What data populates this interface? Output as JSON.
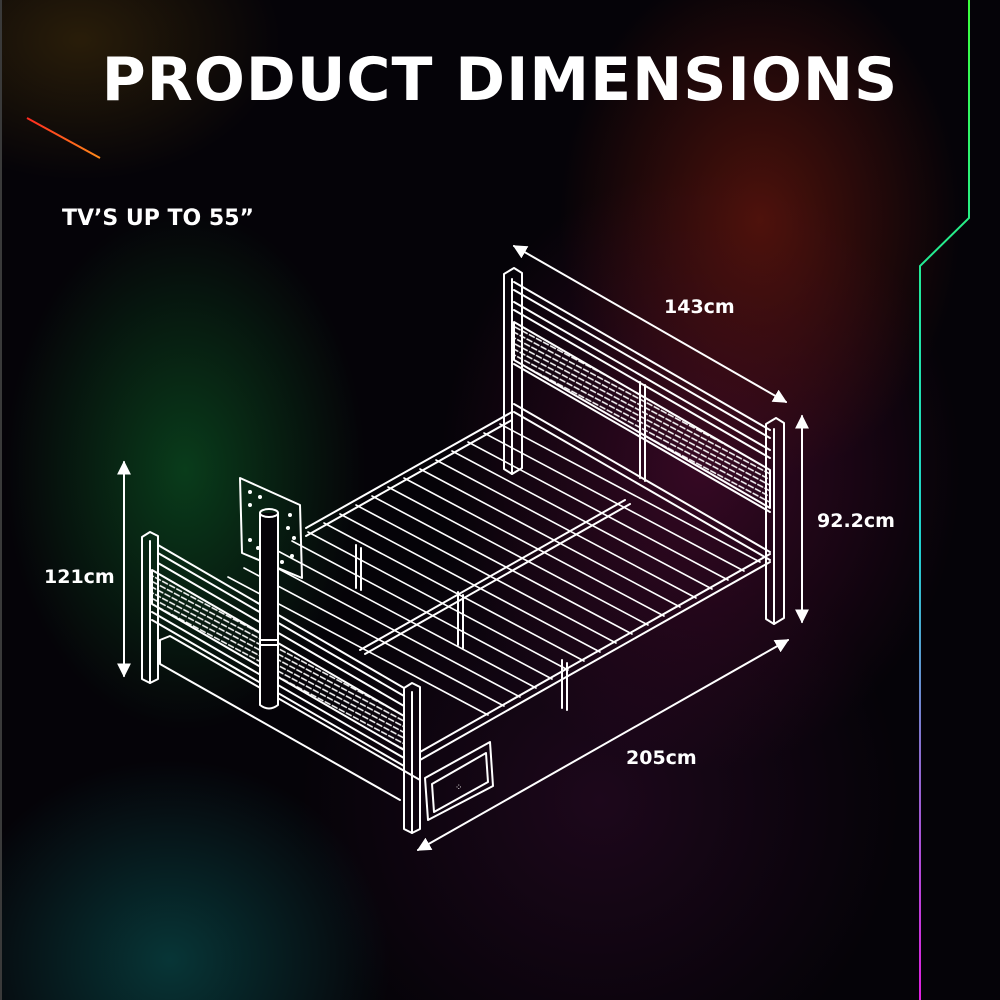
{
  "header": {
    "title": "PRODUCT DIMENSIONS"
  },
  "notes": {
    "tv_capacity": "TV’S UP TO 55”"
  },
  "dimensions": {
    "width": {
      "label": "143cm",
      "value": 143,
      "unit": "cm",
      "axis": "headboard width"
    },
    "headboard_height": {
      "label": "92.2cm",
      "value": 92.2,
      "unit": "cm",
      "axis": "headboard height"
    },
    "length": {
      "label": "205cm",
      "value": 205,
      "unit": "cm",
      "axis": "bed length"
    },
    "tv_mount_height": {
      "label": "121cm",
      "value": 121,
      "unit": "cm",
      "axis": "footboard / TV mount height"
    }
  },
  "illustration": {
    "subject": "metal bed frame with TV mount and under-bed drawer",
    "line_color": "#ffffff"
  },
  "colors": {
    "frame_red": "#ff1a2e",
    "frame_orange": "#ff8a1a",
    "frame_yellow": "#f5e60a",
    "frame_green": "#3cff3c",
    "frame_cyan": "#20e0c0",
    "frame_magenta": "#e020e0",
    "text": "#ffffff",
    "background": "#050308"
  }
}
